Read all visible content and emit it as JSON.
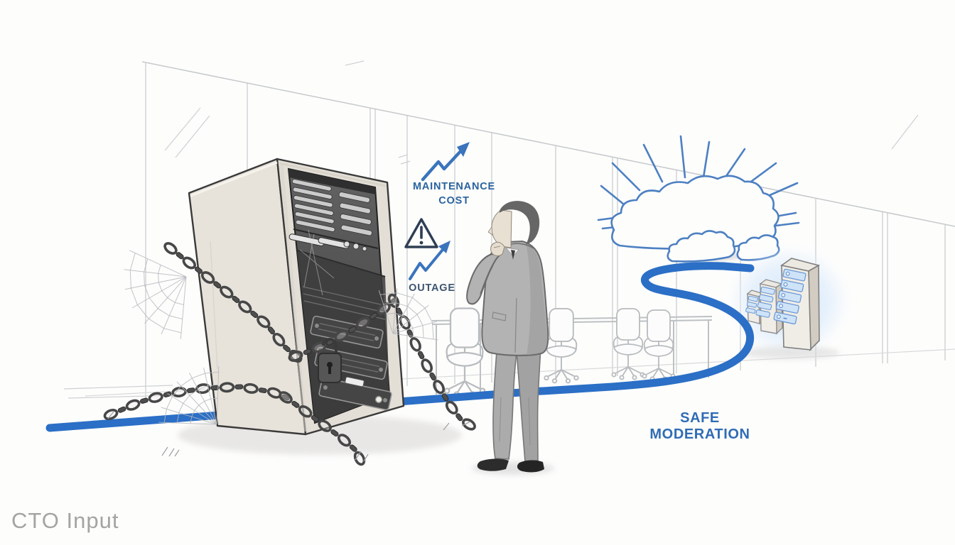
{
  "labels": {
    "maintenance_line1": "MAINTENANCE",
    "maintenance_line2": "COST",
    "outage": "OUTAGE",
    "destination_line1": "SAFE",
    "destination_line2": "MODERATION",
    "caption": "CTO Input"
  },
  "colors": {
    "path_blue": "#2b6fc6",
    "label_blue": "#2a639e",
    "outage_text": "#3d5570",
    "safe_blue": "#2f6cb5",
    "caption_gray": "#a3a5a1",
    "cloud_blue": "#4d80c2",
    "warning_navy": "#2e3e54",
    "sketch_gray": "#c0c4c7"
  },
  "icons": {
    "maintenance_trend": "zigzag-rising-arrow-icon",
    "outage_trend": "zigzag-rising-arrow-icon",
    "warning": "warning-triangle-icon",
    "sunburst": "sun-rays-icon",
    "clouds": "cloud-icon",
    "legacy_server": "chained-legacy-server-tower",
    "chains": "chain-links",
    "padlock": "padlock-icon",
    "cobwebs": "cobweb-icon",
    "modern_servers": "modern-server-towers",
    "path": "winding-migration-path",
    "person": "businessman-thinking-figure"
  }
}
